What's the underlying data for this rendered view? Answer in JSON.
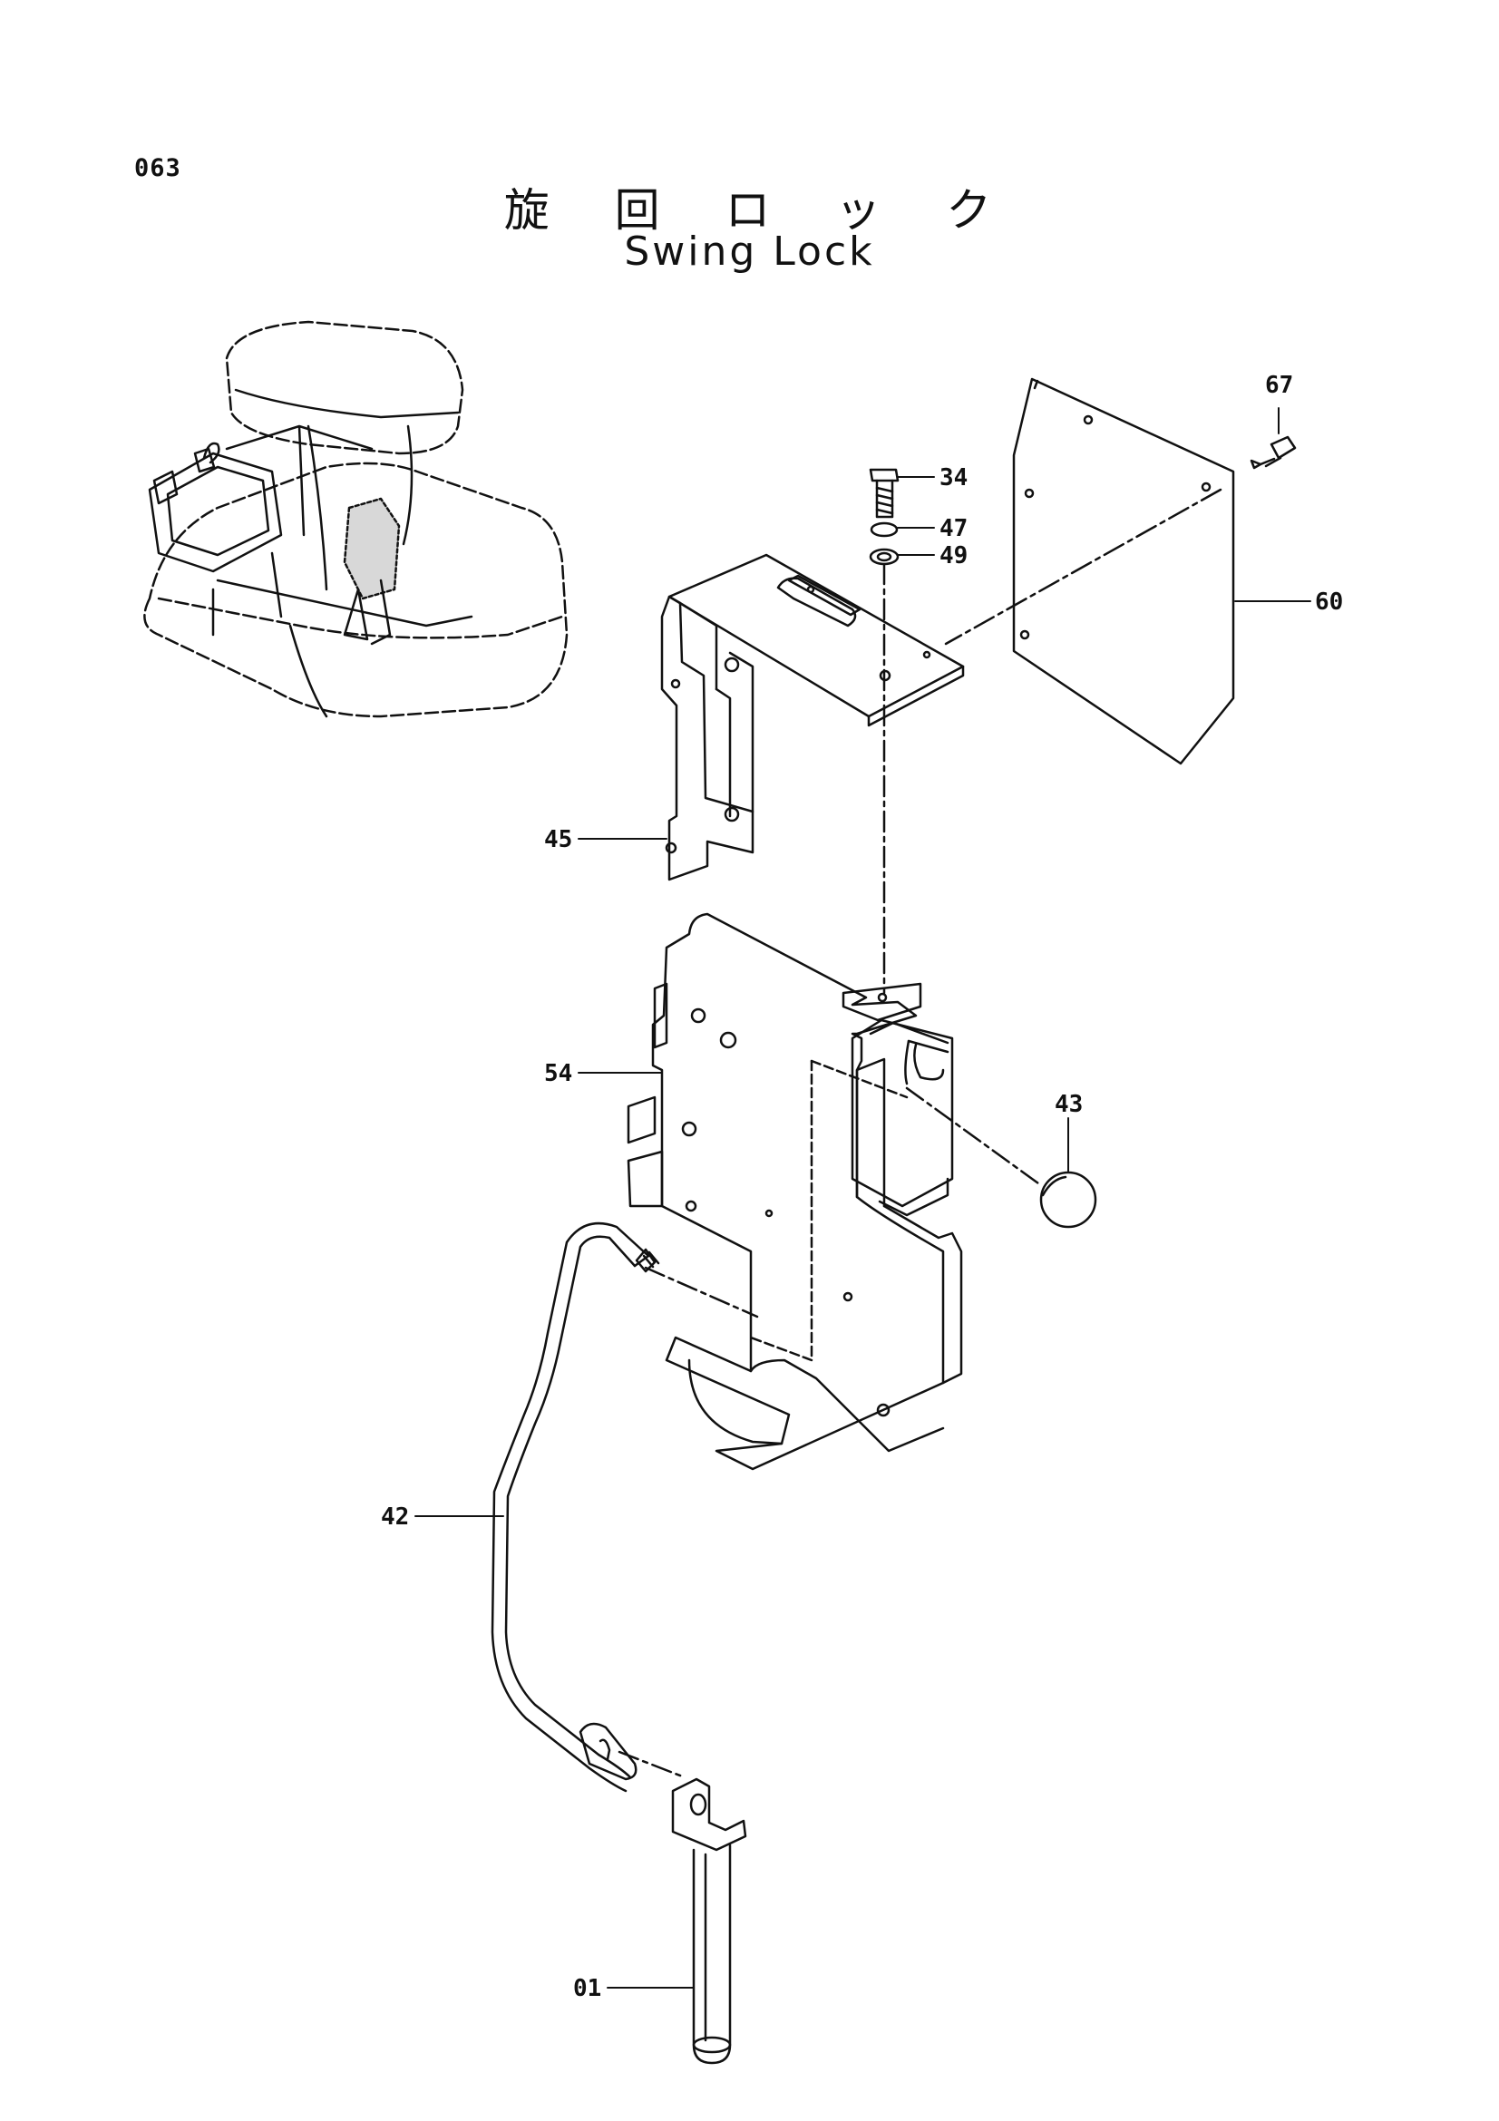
{
  "page_number": "063",
  "title": {
    "jp": "旋 回 ロ ッ ク",
    "en": "Swing Lock"
  },
  "callouts": [
    "67",
    "34",
    "47",
    "49",
    "60",
    "45",
    "54",
    "43",
    "42",
    "01"
  ],
  "colors": {
    "line": "#111111",
    "paper": "#ffffff"
  }
}
